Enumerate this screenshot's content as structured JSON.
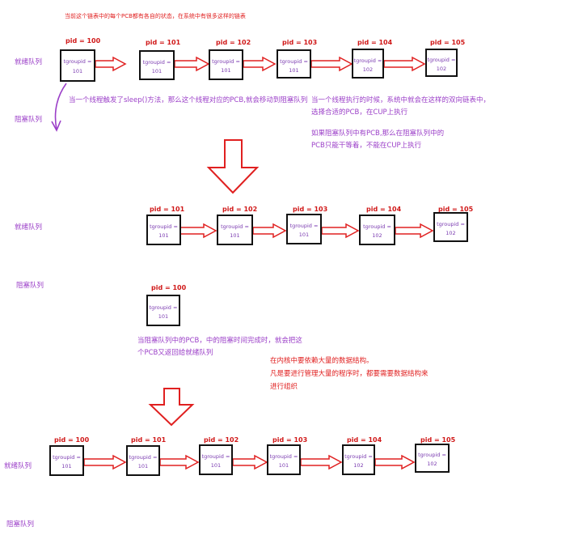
{
  "header_note": "当前这个链表中的每个PCB都有各自的状态，在系统中有很多这样的链表",
  "ready_label": "就绪队列",
  "blocked_label": "阻塞队列",
  "field": "tgroupid =",
  "pcbs": [
    {
      "pid": "pid = 100",
      "tgid": "101"
    },
    {
      "pid": "pid = 101",
      "tgid": "101"
    },
    {
      "pid": "pid = 102",
      "tgid": "101"
    },
    {
      "pid": "pid = 103",
      "tgid": "101"
    },
    {
      "pid": "pid = 104",
      "tgid": "102"
    },
    {
      "pid": "pid = 105",
      "tgid": "102"
    }
  ],
  "notes": {
    "sleep": "当一个线程触发了sleep()方法，那么这个线程对应的PCB,就会移动到阻塞队列",
    "exec_1": "当一个线程执行的时候，系统中就会在这样的双向链表中，",
    "exec_2": "选择合适的PCB，在CUP上执行",
    "blocked_1": "如果阻塞队列中有PCB,那么在阻塞队列中的",
    "blocked_2": "PCB只能干等着，不能在CUP上执行",
    "return_1": "当阻塞队列中的PCB，中的阻塞时间完成时，就会把这",
    "return_2": "个PCB又返回给就绪队列",
    "ds_1": "在内核中要依赖大量的数据结构。",
    "ds_2": "凡是要进行管理大量的程序时，都要需要数据结构来",
    "ds_3": "进行组织"
  },
  "colors": {
    "arrow": "#e02020",
    "note": "#9b3fc8",
    "border": "#111111"
  }
}
